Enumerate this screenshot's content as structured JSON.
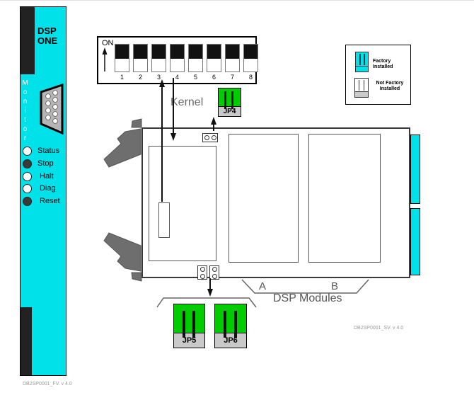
{
  "front_panel": {
    "title": "DSP\nONE",
    "port_label": "Monitor",
    "leds": [
      {
        "label": "Status",
        "state": "off"
      },
      {
        "label": "Stop",
        "state": "on"
      },
      {
        "label": "Halt",
        "state": "off"
      },
      {
        "label": "Diag",
        "state": "off"
      },
      {
        "label": "Reset",
        "state": "on"
      }
    ],
    "footer_code": "DB2SP0001_FV. v 4.0"
  },
  "dip_switch": {
    "on_label": "ON",
    "switches": [
      {
        "number": "1",
        "position": "up"
      },
      {
        "number": "2",
        "position": "up"
      },
      {
        "number": "3",
        "position": "up"
      },
      {
        "number": "4",
        "position": "up"
      },
      {
        "number": "5",
        "position": "up"
      },
      {
        "number": "6",
        "position": "up"
      },
      {
        "number": "7",
        "position": "up"
      },
      {
        "number": "8",
        "position": "up"
      }
    ]
  },
  "jumpers": {
    "jp4_label": "JP4",
    "jp5_label": "JP5",
    "jp6_label": "JP6"
  },
  "annotations": {
    "kernel_label": "Kernel",
    "module_a_label": "A",
    "module_b_label": "B",
    "dsp_modules_label": "DSP Modules",
    "board_code": "DB2SP0001_SV. v 4.0"
  },
  "legend": {
    "factory_label": "Factory Installed",
    "not_factory_label": "Not Factory\nInstalled"
  },
  "colors": {
    "panel_cyan": "#00E1EA",
    "jumper_green": "#00CC00",
    "label_band_gray": "#C9C9C9",
    "handle_gray": "#6E6E6E"
  }
}
